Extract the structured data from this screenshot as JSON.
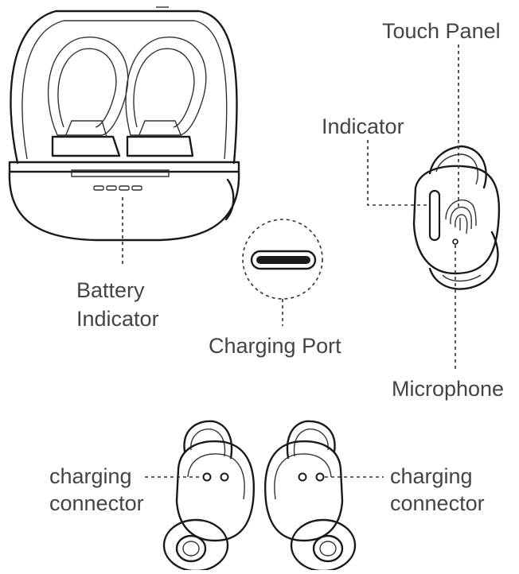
{
  "labels": {
    "touch_panel": "Touch Panel",
    "indicator": "Indicator",
    "battery_line1": "Battery",
    "battery_line2": "Indicator",
    "charging_port": "Charging Port",
    "microphone": "Microphone",
    "connector_left_line1": "charging",
    "connector_left_line2": "connector",
    "connector_right_line1": "charging",
    "connector_right_line2": "connector"
  },
  "colors": {
    "line": "#1a1a1a",
    "label_text": "#444444",
    "background": "#ffffff"
  }
}
